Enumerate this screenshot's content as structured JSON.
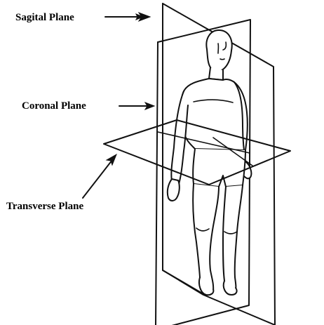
{
  "labels": {
    "sagittal": "Sagital Plane",
    "coronal": "Coronal Plane",
    "transverse": "Transverse Plane"
  },
  "colors": {
    "stroke": "#111111",
    "background": "#ffffff"
  }
}
